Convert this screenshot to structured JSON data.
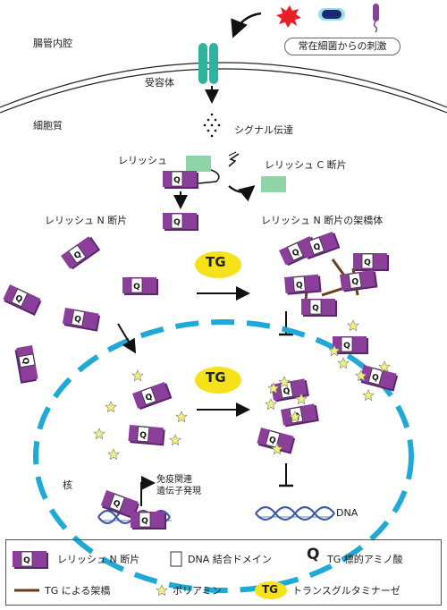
{
  "labels": {
    "intestinal_lumen": "腸管内腔",
    "stimulus": "常在細菌からの刺激",
    "receptor": "受容体",
    "cytoplasm": "細胞質",
    "signal_transduction": "シグナル伝達",
    "relish": "レリッシュ",
    "relish_c": "レリッシュ C 断片",
    "relish_n": "レリッシュ N 断片",
    "relish_n_crosslinked": "レリッシュ N 断片の架橋体",
    "tg": "TG",
    "q": "Q",
    "nucleus": "核",
    "immune_gene_line1": "免疫関連",
    "immune_gene_line2": "遺伝子発現",
    "dna": "DNA"
  },
  "legend": {
    "relish_n": "レリッシュ N 断片",
    "dna_binding": "DNA 結合ドメイン",
    "tg_target": "TG 標的アミノ酸",
    "tg_crosslink": "TG による架橋",
    "polyamine": "ポリアミン",
    "transglutaminase": "トランスグルタミナーゼ",
    "q_symbol": "Q",
    "tg_symbol": "TG"
  },
  "colors": {
    "purple": "#8b3f9b",
    "dark_purple": "#5c2470",
    "teal": "#2fb39f",
    "light_green": "#8fd4a6",
    "cyan_dash": "#1ea9d6",
    "yellow": "#f5e21a",
    "star_yellow": "#f0f080",
    "brown": "#6b3d1e",
    "red": "#e8202a",
    "dna_blue": "#3d5aa8"
  }
}
